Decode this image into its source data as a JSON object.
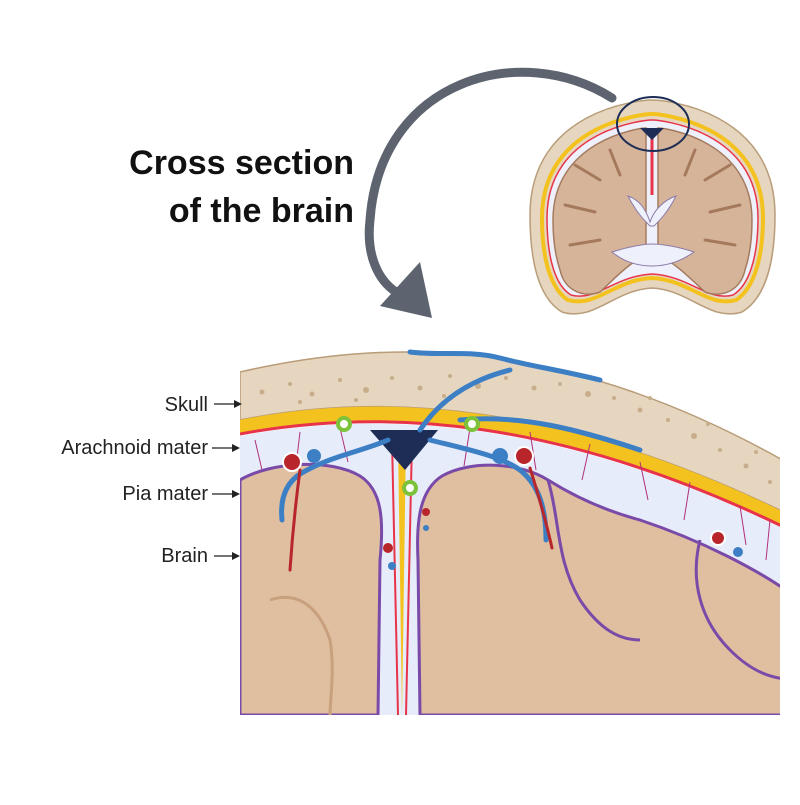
{
  "title": {
    "line1": "Cross section",
    "line2": "of the brain"
  },
  "labels": {
    "skull": "Skull",
    "arachnoid": "Arachnoid mater",
    "pia": "Pia mater",
    "brain": "Brain"
  },
  "colors": {
    "skull": "#e6d6bf",
    "skull_dots": "#c7ad8c",
    "dura": "#f3c21e",
    "arachnoid": "#e8344a",
    "csf_space": "#e6ecfa",
    "pia": "#7a4aa8",
    "brain": "#e0bfa0",
    "brain_dark": "#c9a07e",
    "vein": "#3d7fc4",
    "artery": "#b8262b",
    "arrow": "#5d6470"
  }
}
